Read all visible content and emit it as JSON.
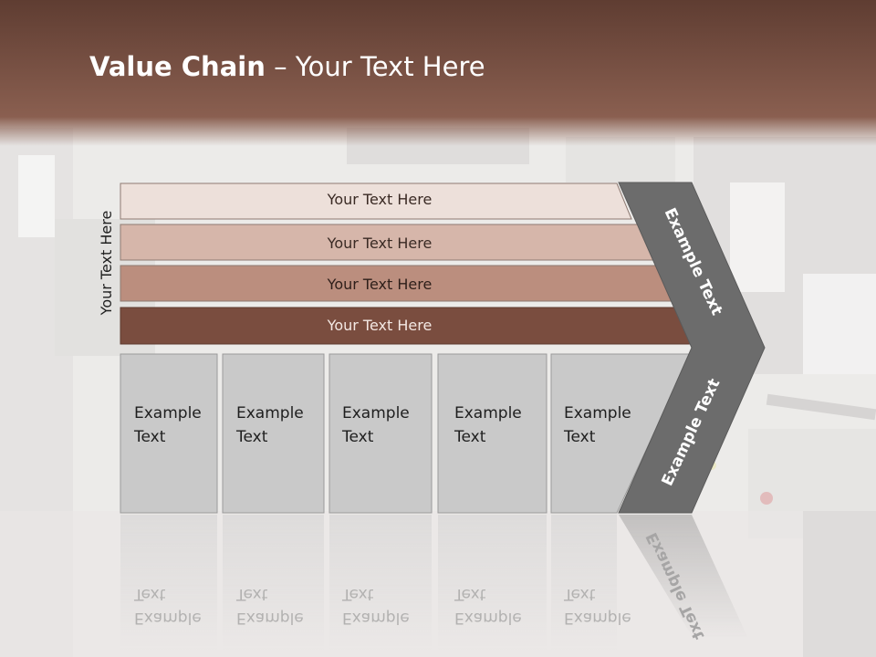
{
  "slide": {
    "title_bold": "Value Chain",
    "title_rest": " – Your Text Here",
    "side_label": "Your Text Here",
    "bars": [
      {
        "label": "Your Text Here",
        "fill": "#ede0da",
        "text_color": "#3a2a24"
      },
      {
        "label": "Your Text Here",
        "fill": "#d6b6aa",
        "text_color": "#3a2a24"
      },
      {
        "label": "Your Text Here",
        "fill": "#bb8e7e",
        "text_color": "#2e1f1a"
      },
      {
        "label": "Your Text Here",
        "fill": "#7a4d3f",
        "text_color": "#f3e8e3"
      }
    ],
    "boxes": [
      {
        "line1": "Example",
        "line2": "Text"
      },
      {
        "line1": "Example",
        "line2": "Text"
      },
      {
        "line1": "Example",
        "line2": "Text"
      },
      {
        "line1": "Example",
        "line2": "Text"
      },
      {
        "line1": "Example",
        "line2": "Text"
      }
    ],
    "arrow_top_text": "Example Text",
    "arrow_bottom_text": "Example Text",
    "colors": {
      "header": "#7c4f41",
      "arrow": "#6c6c6c",
      "box": "#c9c9c9"
    }
  }
}
